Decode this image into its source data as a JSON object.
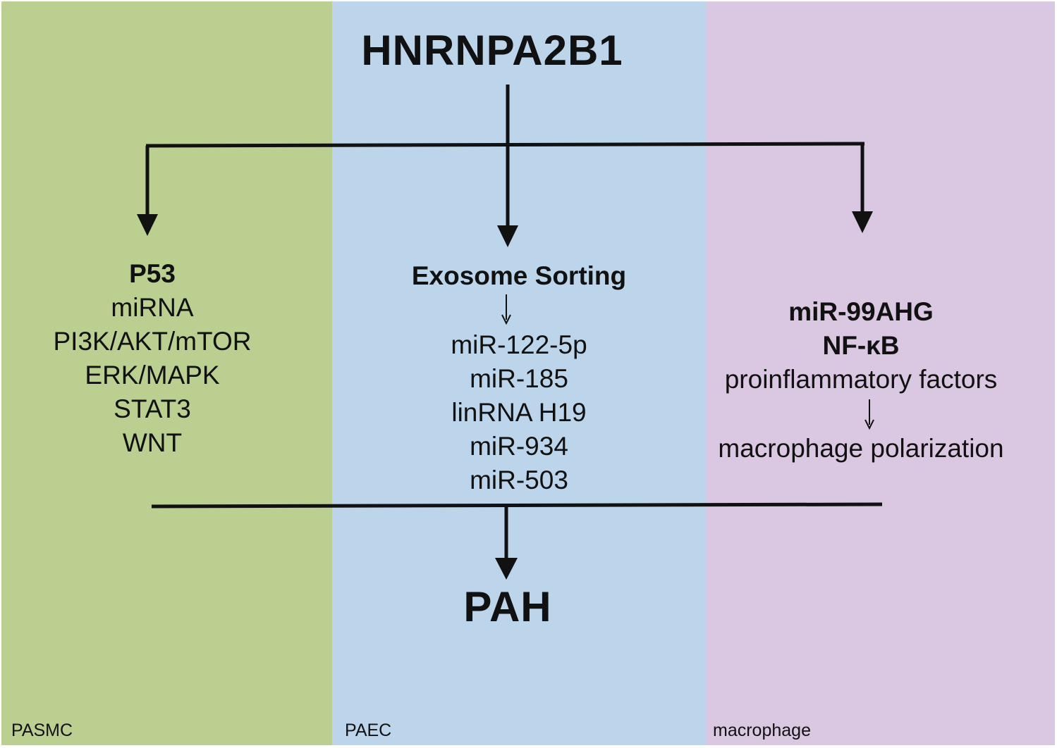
{
  "colors": {
    "pasmc_bg": "#bbcf91",
    "paec_bg": "#bcd5ea",
    "macrophage_bg": "#dac7e2",
    "line": "#111111"
  },
  "title": "HNRNPA2B1",
  "outcome": "PAH",
  "panels": {
    "pasmc": {
      "label": "PASMC",
      "header": "P53",
      "items": [
        "miRNA",
        "PI3K/AKT/mTOR",
        "ERK/MAPK",
        "STAT3",
        "WNT"
      ]
    },
    "paec": {
      "label": "PAEC",
      "header": "Exosome Sorting",
      "items": [
        "miR-122-5p",
        "miR-185",
        "linRNA H19",
        "miR-934",
        "miR-503"
      ]
    },
    "macrophage": {
      "label": "macrophage",
      "header_lines": [
        "miR-99AHG",
        "NF-κB"
      ],
      "factors": "proinflammatory factors",
      "result": "macrophage polarization"
    }
  }
}
